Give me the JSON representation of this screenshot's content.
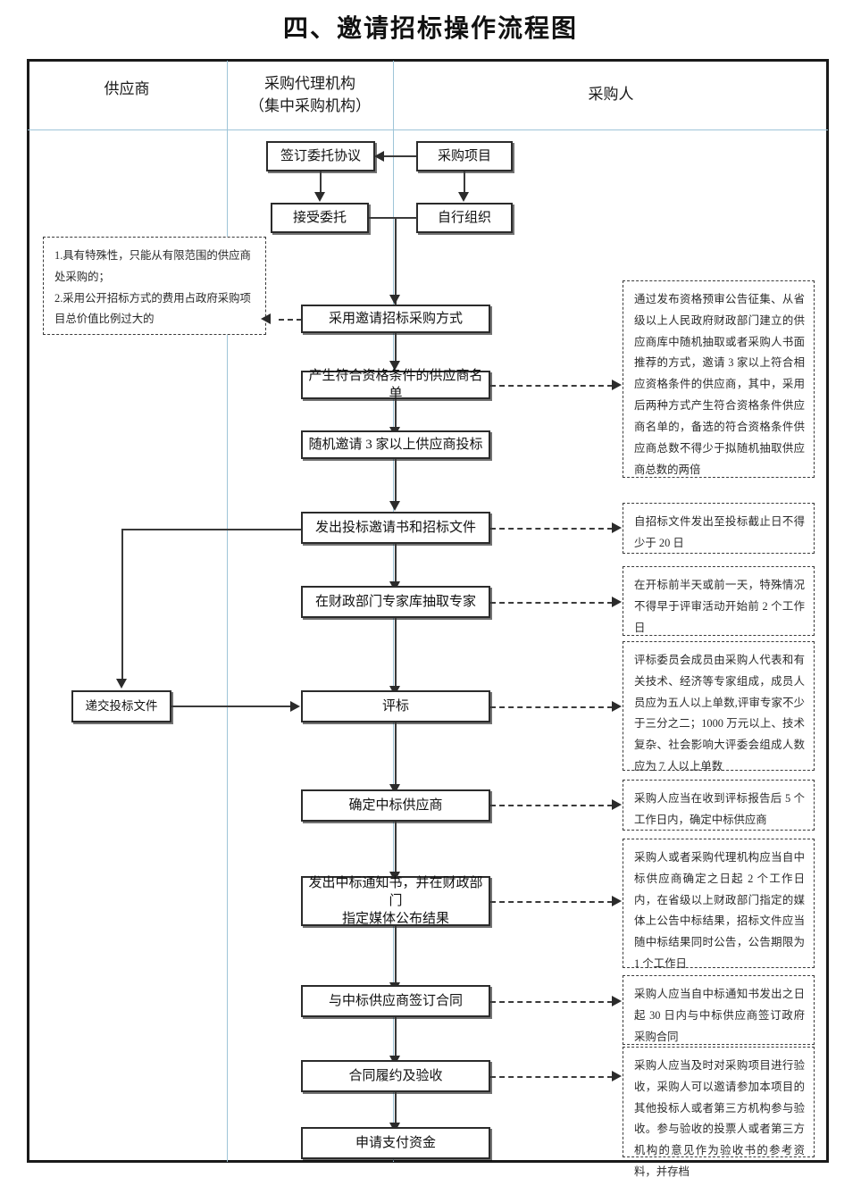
{
  "title": "四、邀请招标操作流程图",
  "columns": [
    {
      "id": "supplier",
      "label": "供应商"
    },
    {
      "id": "agency",
      "label": "采购代理机构\n（集中采购机构）"
    },
    {
      "id": "purchaser",
      "label": "采购人"
    }
  ],
  "column_headers": {
    "supplier": "供应商",
    "agency_line1": "采购代理机构",
    "agency_line2": "（集中采购机构）",
    "purchaser": "采购人"
  },
  "nodes": {
    "entrust_agreement": "签订委托协议",
    "procurement_project": "采购项目",
    "accept_entrust": "接受委托",
    "self_organize": "自行组织",
    "use_invited_bidding": "采用邀请招标采购方式",
    "qualified_supplier_list": "产生符合资格条件的供应商名单",
    "invite_three_suppliers": "随机邀请 3 家以上供应商投标",
    "issue_invitation_docs": "发出投标邀请书和招标文件",
    "draw_experts": "在财政部门专家库抽取专家",
    "submit_bid_docs": "递交投标文件",
    "bid_evaluation": "评标",
    "determine_winner": "确定中标供应商",
    "issue_award_notice": "发出中标通知书，并在财政部门\n指定媒体公布结果",
    "issue_award_notice_l1": "发出中标通知书，并在财政部门",
    "issue_award_notice_l2": "指定媒体公布结果",
    "sign_contract": "与中标供应商签订合同",
    "contract_performance": "合同履约及验收",
    "apply_payment": "申请支付资金"
  },
  "notes": {
    "left_conditions": "1.具有特殊性，只能从有限范围的供应商处采购的；\n2.采用公开招标方式的费用占政府采购项目总价值比例过大的",
    "left_conditions_l1": "1.具有特殊性，只能从有限范围的供应商",
    "left_conditions_l2": "处采购的；",
    "left_conditions_l3": "2.采用公开招标方式的费用占政府采购项",
    "left_conditions_l4": "目总价值比例过大的",
    "supplier_list_rule": "通过发布资格预审公告征集、从省级以上人民政府财政部门建立的供应商库中随机抽取或者采购人书面推荐的方式，邀请 3 家以上符合相应资格条件的供应商，其中，采用后两种方式产生符合资格条件供应商名单的，备选的符合资格条件供应商总数不得少于拟随机抽取供应商总数的两倍",
    "bid_deadline_rule": "自招标文件发出至投标截止日不得少于 20 日",
    "expert_draw_rule": "在开标前半天或前一天，特殊情况不得早于评审活动开始前 2 个工作日",
    "evaluation_committee_rule": "评标委员会成员由采购人代表和有关技术、经济等专家组成，成员人员应为五人以上单数,评审专家不少于三分之二；1000 万元以上、技术复杂、社会影响大评委会组成人数应为 7 人以上单数",
    "determine_winner_rule": "采购人应当在收到评标报告后 5 个工作日内，确定中标供应商",
    "award_notice_rule": "采购人或者采购代理机构应当自中标供应商确定之日起 2 个工作日内，在省级以上财政部门指定的媒体上公告中标结果，招标文件应当随中标结果同时公告，公告期限为 1 个工作日",
    "contract_rule": "采购人应当自中标通知书发出之日起 30 日内与中标供应商签订政府采购合同",
    "acceptance_rule": "采购人应当及时对采购项目进行验收，采购人可以邀请参加本项目的其他投标人或者第三方机构参与验收。参与验收的投票人或者第三方机构的意见作为验收书的参考资料，并存档"
  },
  "colors": {
    "border": "#2b2b2b",
    "divider": "#9ec4d8",
    "note_border": "#3a3a3a",
    "background": "#ffffff"
  }
}
